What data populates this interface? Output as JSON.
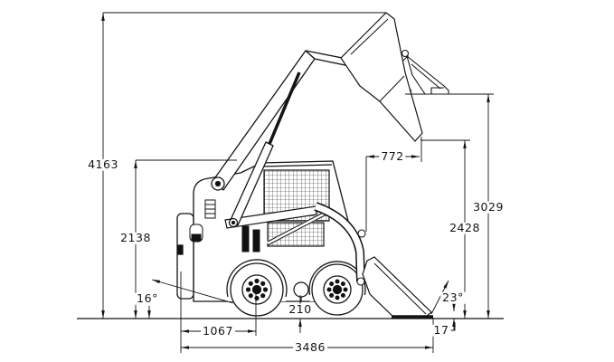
{
  "dimensions": {
    "overall_height": "4163",
    "cab_height": "2138",
    "rear_departure_angle": "16°",
    "rear_to_rear_axle": "1067",
    "ground_clearance": "210",
    "overall_length": "3486",
    "cutting_edge_height": "17",
    "bucket_rollback_angle": "23°",
    "dump_reach": "772",
    "dump_height": "2428",
    "hinge_pin_height": "3029"
  }
}
